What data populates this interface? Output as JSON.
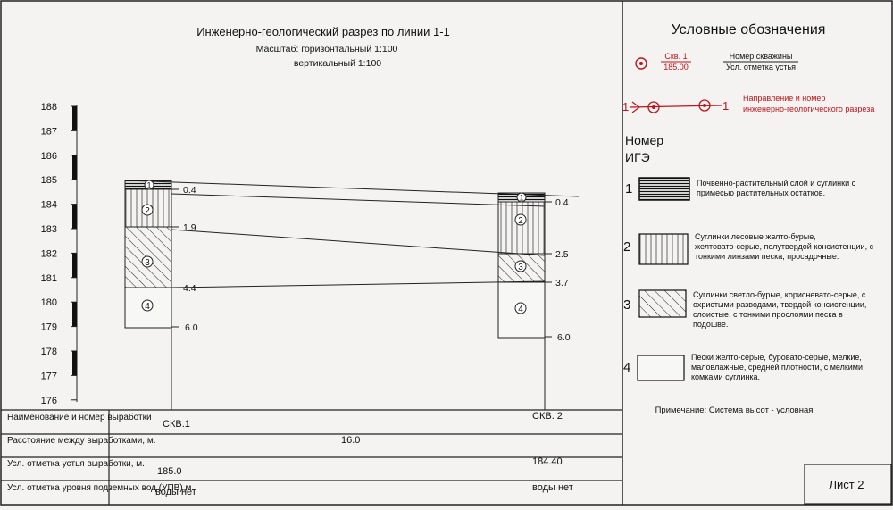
{
  "title": "Инженерно-геологический разрез по линии 1-1",
  "scale": {
    "line1": "Масштаб: горизонтальный 1:100",
    "line2": "вертикальный    1:100"
  },
  "elevation_ticks": [
    "188",
    "187",
    "186",
    "185",
    "184",
    "183",
    "182",
    "181",
    "180",
    "179",
    "178",
    "177",
    "176"
  ],
  "wells": [
    {
      "id": "СКВ.1",
      "distance_label": "16.0",
      "elevation": "185.0",
      "groundwater": "воды нет",
      "depths": [
        "0.4",
        "1.9",
        "4.4",
        "6.0"
      ],
      "layer_numbers": [
        "1",
        "2",
        "3",
        "4"
      ]
    },
    {
      "id": "СКВ. 2",
      "elevation": "184.40",
      "groundwater": "воды нет",
      "depths": [
        "0.4",
        "2.5",
        "3.7",
        "6.0"
      ],
      "layer_numbers": [
        "1",
        "2",
        "3",
        "4"
      ]
    }
  ],
  "table_rows": [
    "Наименование и номер выработки",
    "Расстояние между выработками, м.",
    "Усл. отметка устья выработки, м.",
    "Усл. отметка уровня подземных вод (УПВ),м."
  ],
  "legend": {
    "title": "Условные обозначения",
    "well_symbol": {
      "label_top": "Скв. 1",
      "label_bottom": "185.00",
      "desc_top": "Номер скважины",
      "desc_bottom": "Усл. отметка устья"
    },
    "section_line": {
      "start": "1",
      "end": "1",
      "desc1": "Направление и номер",
      "desc2": "инженерно-геологического разреза"
    },
    "ige_header": [
      "Номер",
      "ИГЭ"
    ],
    "items": [
      {
        "num": "1",
        "lines": [
          "Почвенно-растительный слой и суглинки с",
          "примесью растительных остатков."
        ]
      },
      {
        "num": "2",
        "lines": [
          "Суглинки лесовые желто-бурые,",
          "желтовато-серые, полутвердой консистенции, с",
          "тонкими линзами песка, просадочные."
        ]
      },
      {
        "num": "3",
        "lines": [
          "Суглинки светло-бурые, корисневато-серые, с",
          "охристыми разводами, твердой консистенции,",
          "слоистые, с тонкими прослоями песка в",
          "подошве."
        ]
      },
      {
        "num": "4",
        "lines": [
          "Пески желто-серые, буровато-серые, мелкие,",
          "маловлажные, средней плотности, с мелкими",
          "комками суглинка."
        ]
      }
    ],
    "note": "Примечание: Система высот - условная",
    "sheet": "Лист 2"
  },
  "colors": {
    "accent_red": "#c0141b",
    "ink": "#111111",
    "paper": "#f4f3f1"
  }
}
